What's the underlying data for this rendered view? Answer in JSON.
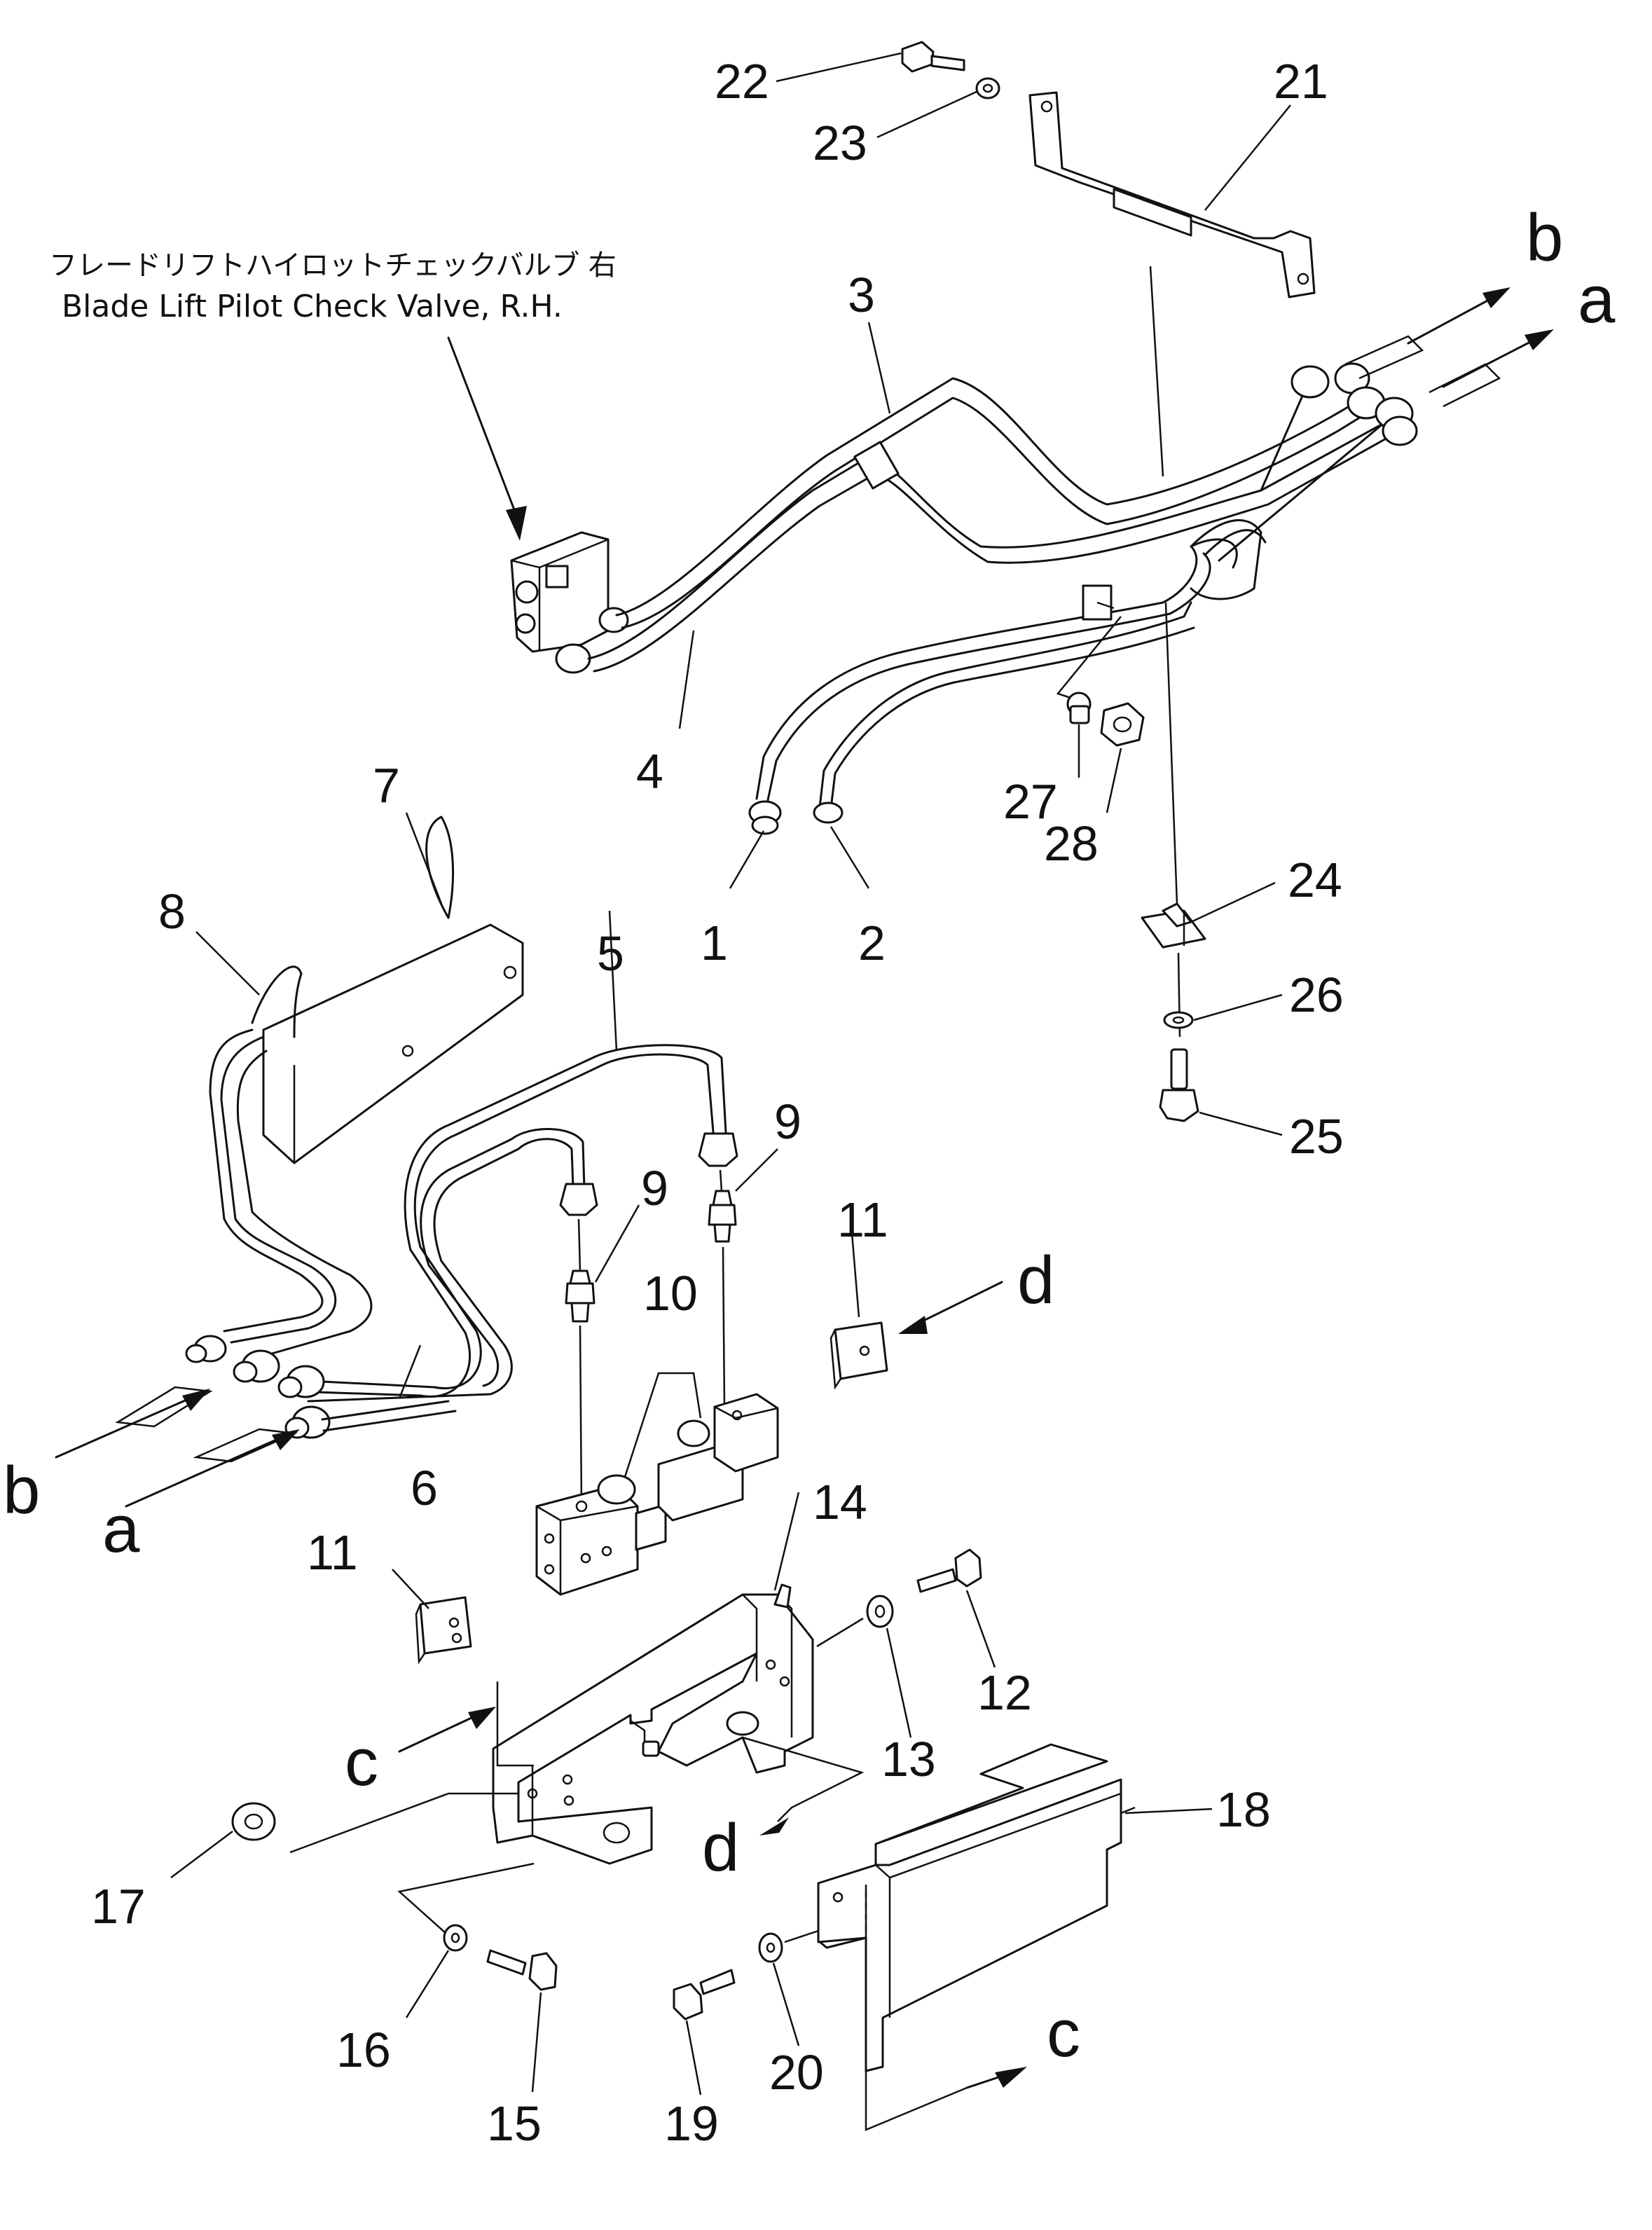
{
  "caption": {
    "japanese": "フレードリフトハイロットチェックバルブ 右",
    "english": "Blade Lift Pilot Check Valve, R.H."
  },
  "part_numbers": [
    "1",
    "2",
    "3",
    "4",
    "5",
    "6",
    "7",
    "8",
    "9",
    "9",
    "10",
    "11",
    "11",
    "12",
    "13",
    "14",
    "15",
    "16",
    "17",
    "18",
    "19",
    "20",
    "21",
    "22",
    "23",
    "24",
    "25",
    "26",
    "27",
    "28"
  ],
  "connection_letters": [
    "a",
    "a",
    "b",
    "b",
    "c",
    "c",
    "d",
    "d"
  ]
}
